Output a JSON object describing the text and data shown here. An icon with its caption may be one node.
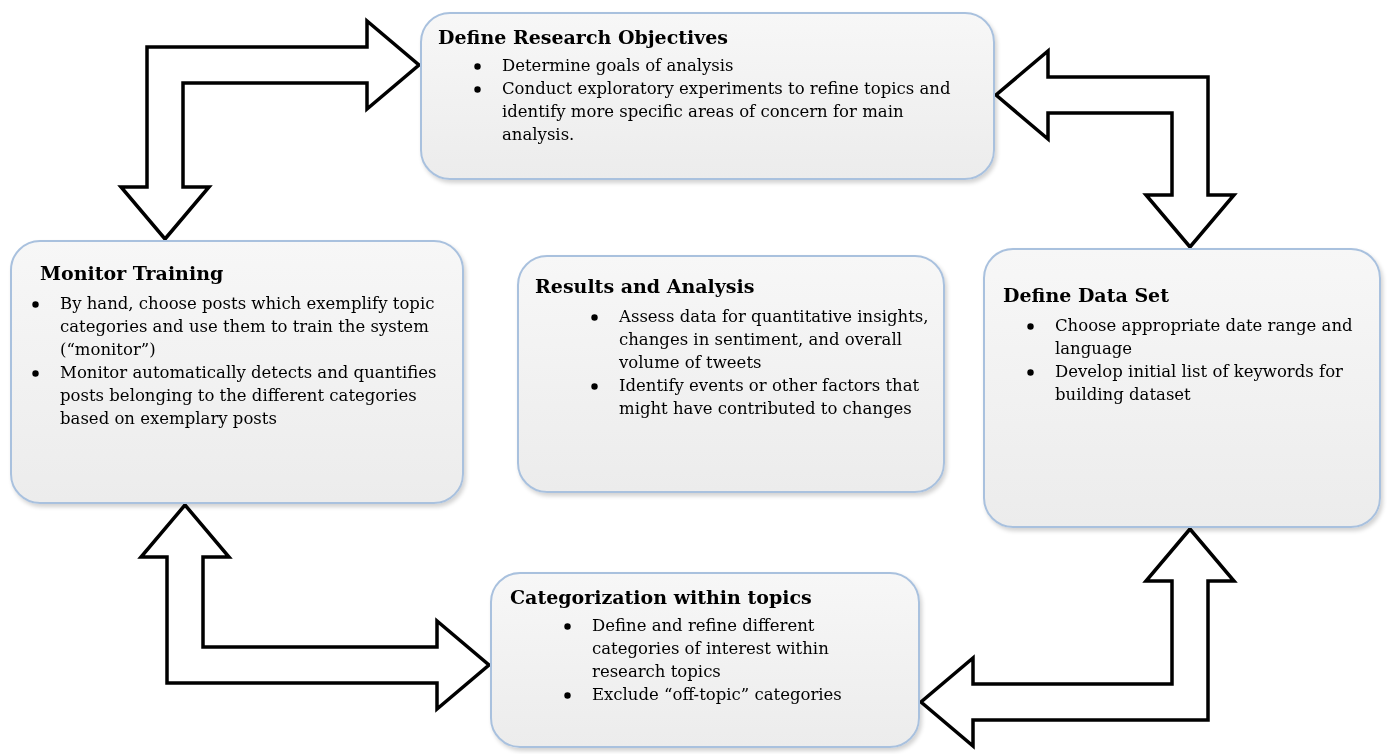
{
  "diagram": {
    "nodes": [
      {
        "text": [
          "Define Research Objectives",
          "Determine goals of analysis",
          "Conduct exploratory experiments to refine topics and identify more specific areas of concern for main analysis."
        ]
      },
      {
        "text": [
          "Define Data Set",
          "Choose appropriate date range and language",
          "Develop initial list of keywords for building dataset"
        ]
      },
      {
        "text": [
          "Categorization within topics",
          "Define and refine different categories of interest within research topics",
          "Exclude “off-topic” categories"
        ]
      },
      {
        "text": [
          "Monitor Training",
          "By hand, choose posts which exemplify topic categories and use them to train the system (“monitor”)",
          "Monitor automatically detects and quantifies posts belonging to the different categories based on exemplary posts"
        ]
      },
      {
        "text": [
          "Results and Analysis",
          "Assess data for quantitative insights, changes in sentiment, and overall volume of tweets",
          "Identify events or other factors that might have contributed to changes"
        ]
      }
    ],
    "edges": [
      {
        "from": 3,
        "to": 0,
        "arrow": "both"
      },
      {
        "from": 0,
        "to": 1,
        "arrow": "both"
      },
      {
        "from": 1,
        "to": 2,
        "arrow": "both"
      },
      {
        "from": 3,
        "to": 2,
        "arrow": "both"
      }
    ]
  }
}
